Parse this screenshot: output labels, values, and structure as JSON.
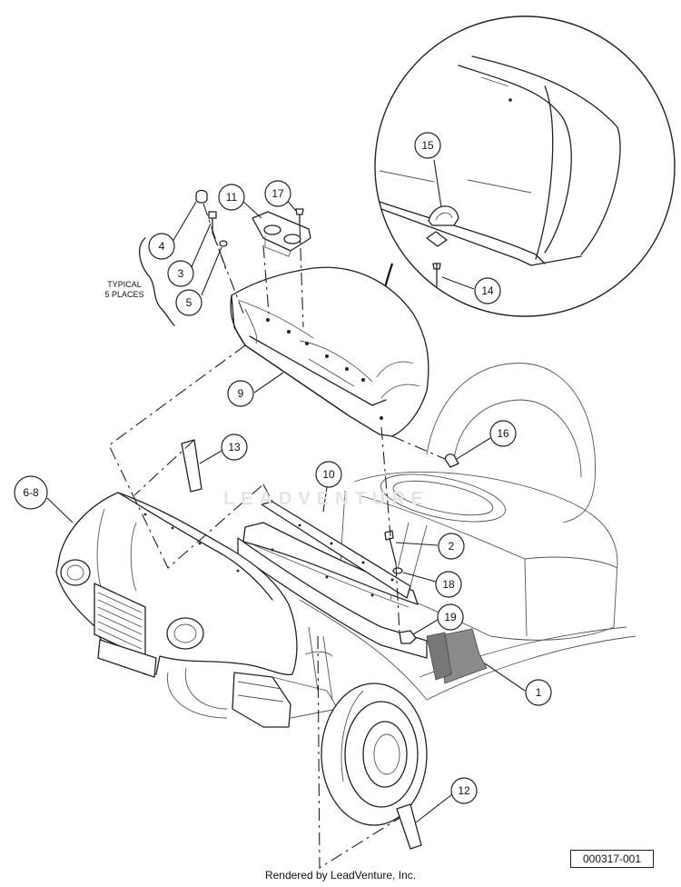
{
  "callouts": [
    {
      "id": "c15",
      "label": "15"
    },
    {
      "id": "c14",
      "label": "14"
    },
    {
      "id": "c11",
      "label": "11"
    },
    {
      "id": "c17",
      "label": "17"
    },
    {
      "id": "c4",
      "label": "4"
    },
    {
      "id": "c3",
      "label": "3"
    },
    {
      "id": "c5",
      "label": "5"
    },
    {
      "id": "c9",
      "label": "9"
    },
    {
      "id": "c16",
      "label": "16"
    },
    {
      "id": "c13",
      "label": "13"
    },
    {
      "id": "c10",
      "label": "10"
    },
    {
      "id": "c6-8",
      "label": "6-8"
    },
    {
      "id": "c2",
      "label": "2"
    },
    {
      "id": "c18",
      "label": "18"
    },
    {
      "id": "c19",
      "label": "19"
    },
    {
      "id": "c1",
      "label": "1"
    },
    {
      "id": "c12",
      "label": "12"
    }
  ],
  "note": {
    "line1": "TYPICAL",
    "line2": "5 PLACES"
  },
  "watermark": "LEADVENTURE",
  "diagram_ref": "000317-001",
  "credit": "Rendered by LeadVenture, Inc."
}
